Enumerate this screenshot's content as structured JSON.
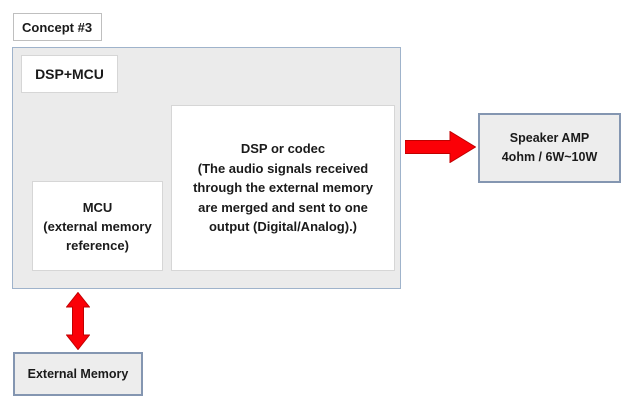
{
  "concept_label": "Concept #3",
  "dsp_mcu_group": {
    "label": "DSP+MCU",
    "mcu_text": "MCU\n(external memory\nreference)",
    "dsp_text": "DSP or codec\n(The audio signals received\nthrough the external memory\nare merged and sent to one\noutput (Digital/Analog).)"
  },
  "speaker_amp": {
    "text": "Speaker AMP\n4ohm / 6W~10W"
  },
  "external_memory": "External Memory",
  "icons": {
    "right_arrow": "right-arrow-icon",
    "vertical_double_arrow": "vertical-double-arrow-icon"
  },
  "colors": {
    "arrow_red": "#fb0007",
    "arrow_red_outline": "#c00000",
    "group_fill": "#ebebeb",
    "group_border": "#9fb3cb",
    "strong_border": "#8496b1",
    "inner_box_border": "#d6d6d6",
    "text_color": "#1a1a1a"
  }
}
